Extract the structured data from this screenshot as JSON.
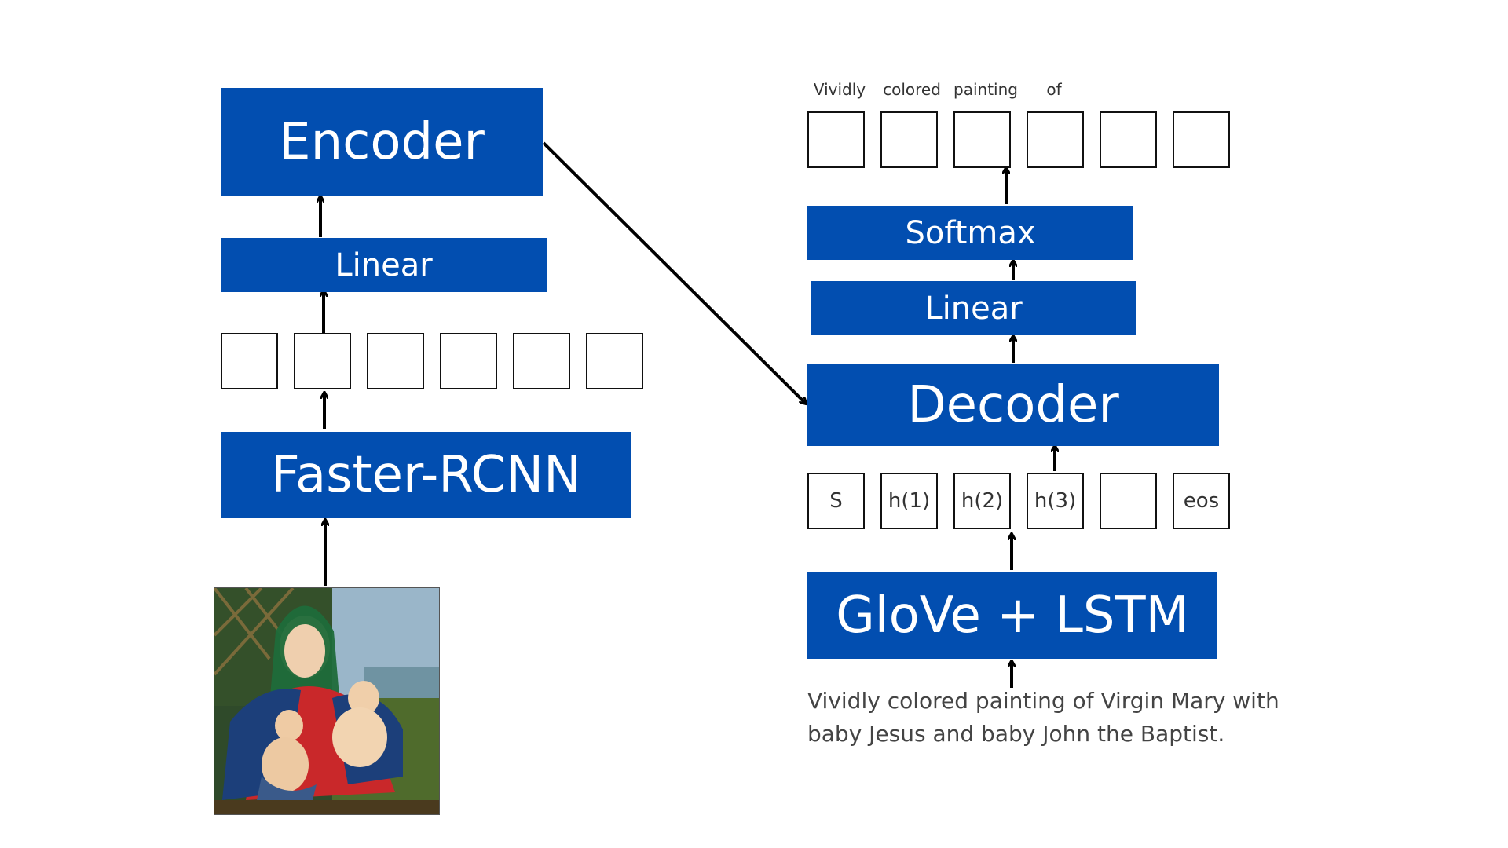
{
  "left": {
    "encoder_label": "Encoder",
    "linear_label": "Linear",
    "faster_rcnn_label": "Faster-RCNN",
    "feature_cells": [
      "",
      "",
      "",
      "",
      "",
      ""
    ]
  },
  "right": {
    "softmax_label": "Softmax",
    "linear_label": "Linear",
    "decoder_label": "Decoder",
    "glove_label": "GloVe + LSTM",
    "output_words": [
      "Vividly",
      "colored",
      "painting",
      "of",
      "",
      ""
    ],
    "output_cells": [
      "",
      "",
      "",
      "",
      "",
      ""
    ],
    "hidden_cells": [
      "S",
      "h(1)",
      "h(2)",
      "h(3)",
      "",
      "eos"
    ],
    "caption": "Vividly colored painting of Virgin Mary with baby Jesus and baby John the Baptist."
  },
  "colors": {
    "block": "#024eb0",
    "arrow": "#000000"
  }
}
